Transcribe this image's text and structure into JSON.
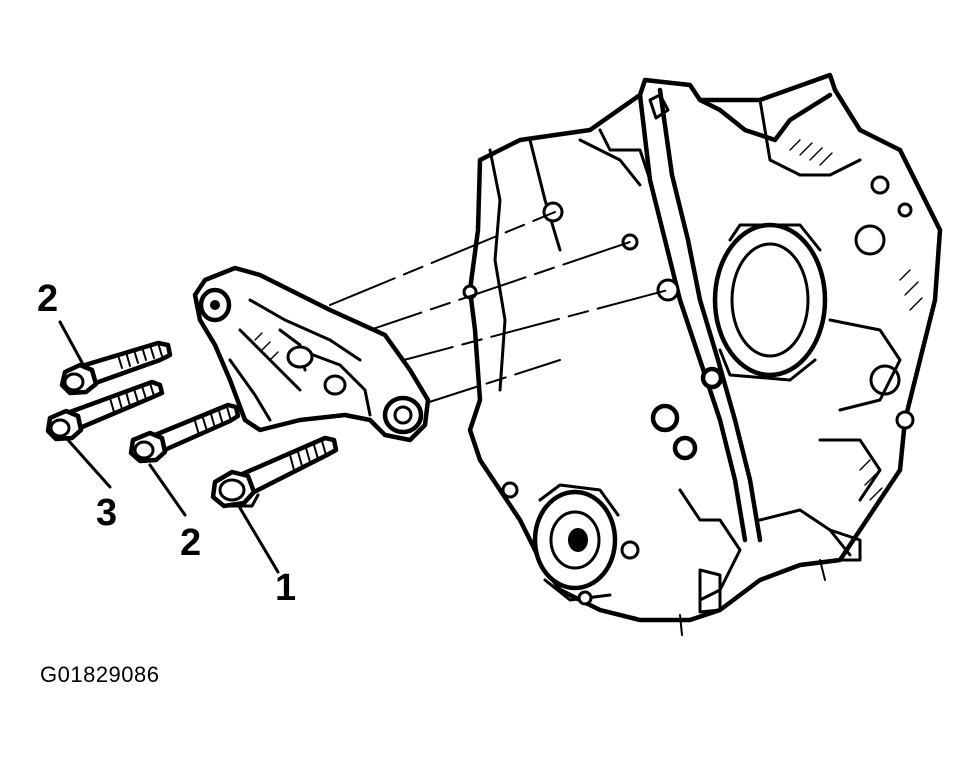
{
  "callouts": [
    {
      "id": "callout-2-top",
      "text": "2"
    },
    {
      "id": "callout-3",
      "text": "3"
    },
    {
      "id": "callout-2-bottom",
      "text": "2"
    },
    {
      "id": "callout-1",
      "text": "1"
    }
  ],
  "figure_code": "G01829086",
  "colors": {
    "ink": "#000000",
    "background": "#ffffff"
  }
}
